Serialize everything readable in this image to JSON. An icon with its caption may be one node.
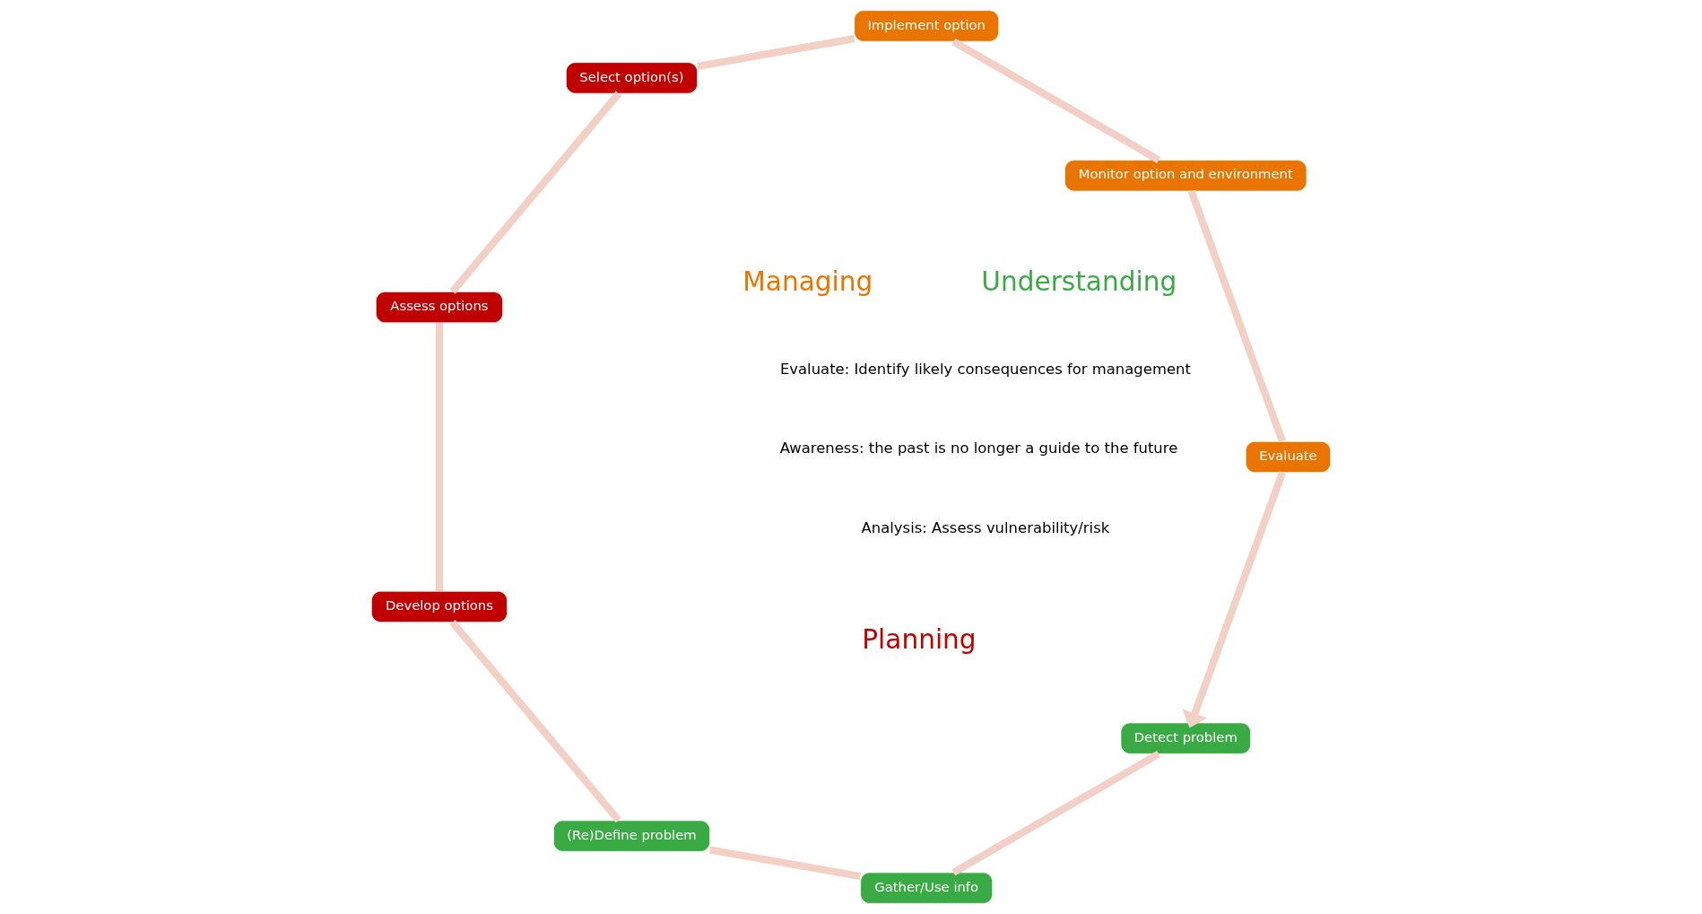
{
  "diagram": {
    "nodes": [
      {
        "text": [
          "Detect problem"
        ]
      },
      {
        "text": [
          "Gather/Use info"
        ]
      },
      {
        "text": [
          "(Re)Define problem"
        ]
      },
      {
        "text": [
          "Develop options"
        ]
      },
      {
        "text": [
          "Assess options"
        ]
      },
      {
        "text": [
          "Select option(s)"
        ]
      },
      {
        "text": [
          "Implement option"
        ]
      },
      {
        "text": [
          "Monitor option and environment"
        ]
      },
      {
        "text": [
          "Evaluate"
        ]
      }
    ],
    "edges": [
      {
        "from": 0,
        "to": 1,
        "arrow": "none"
      },
      {
        "from": 1,
        "to": 2,
        "arrow": "none"
      },
      {
        "from": 2,
        "to": 3,
        "arrow": "none"
      },
      {
        "from": 3,
        "to": 4,
        "arrow": "none"
      },
      {
        "from": 4,
        "to": 5,
        "arrow": "none"
      },
      {
        "from": 5,
        "to": 6,
        "arrow": "none"
      },
      {
        "from": 6,
        "to": 7,
        "arrow": "none"
      },
      {
        "from": 7,
        "to": 8,
        "arrow": "none"
      },
      {
        "from": 8,
        "to": 0,
        "arrow": "to"
      }
    ],
    "labels": [
      "Awareness: the past is no longer a guide to the future",
      "Evaluate: Identify likely consequences for management",
      "Understanding",
      "Analysis: Assess vulnerability/risk",
      "Managing",
      "Planning"
    ]
  }
}
